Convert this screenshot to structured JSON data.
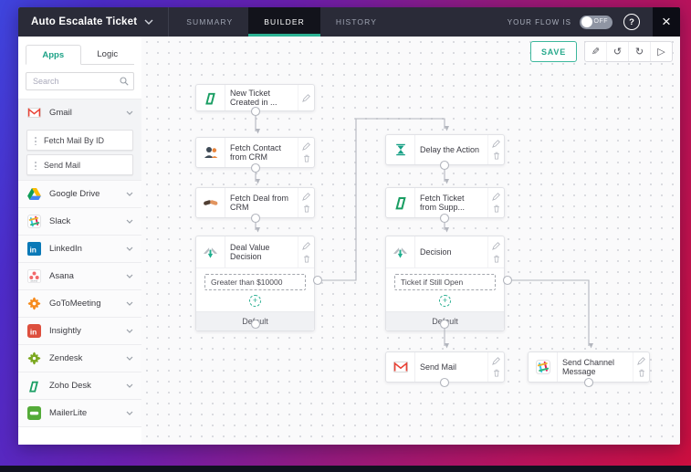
{
  "header": {
    "title": "Auto Escalate Ticket",
    "tabs": [
      {
        "label": "SUMMARY",
        "active": false
      },
      {
        "label": "BUILDER",
        "active": true
      },
      {
        "label": "HISTORY",
        "active": false
      }
    ],
    "flow_status_label": "YOUR FLOW IS",
    "flow_toggle_state": "OFF",
    "help_label": "?",
    "close_glyph": "×"
  },
  "canvas_toolbar": {
    "save_label": "SAVE",
    "icons": {
      "magic_pen": "✎",
      "undo": "↺",
      "redo": "↻",
      "run": "▷"
    }
  },
  "sidebar": {
    "tabs": [
      {
        "label": "Apps",
        "active": true
      },
      {
        "label": "Logic",
        "active": false
      }
    ],
    "search_placeholder": "Search",
    "apps": [
      {
        "name": "Gmail",
        "icon": "gmail-icon",
        "expanded": true,
        "actions": [
          {
            "label": "Fetch Mail By ID"
          },
          {
            "label": "Send Mail"
          }
        ]
      },
      {
        "name": "Google Drive",
        "icon": "google-drive-icon"
      },
      {
        "name": "Slack",
        "icon": "slack-icon"
      },
      {
        "name": "LinkedIn",
        "icon": "linkedin-icon"
      },
      {
        "name": "Asana",
        "icon": "asana-icon"
      },
      {
        "name": "GoToMeeting",
        "icon": "gotomeeting-icon"
      },
      {
        "name": "Insightly",
        "icon": "insightly-icon"
      },
      {
        "name": "Zendesk",
        "icon": "zendesk-icon"
      },
      {
        "name": "Zoho Desk",
        "icon": "zoho-desk-icon"
      },
      {
        "name": "MailerLite",
        "icon": "mailerlite-icon"
      }
    ]
  },
  "canvas": {
    "plus_glyph": "+",
    "nodes": [
      {
        "label": "New Ticket Created in ...",
        "icon": "zoho-desk-icon"
      },
      {
        "label": "Fetch Contact from CRM",
        "icon": "crm-contact-icon"
      },
      {
        "label": "Fetch Deal from CRM",
        "icon": "crm-deal-icon"
      },
      {
        "label": "Deal Value Decision",
        "icon": "decision-icon",
        "condition": "Greater than $10000",
        "default_branch": "Default"
      },
      {
        "label": "Delay the Action",
        "icon": "delay-hourglass-icon"
      },
      {
        "label": "Fetch Ticket from Supp...",
        "icon": "zoho-desk-icon"
      },
      {
        "label": "Decision",
        "icon": "decision-icon",
        "condition": "Ticket if Still Open",
        "default_branch": "Default"
      },
      {
        "label": "Send Mail",
        "icon": "gmail-icon"
      },
      {
        "label": "Send Channel Message",
        "icon": "slack-icon"
      }
    ]
  },
  "colors": {
    "accent_teal": "#2cb293",
    "header_bg": "#2a2b38",
    "frame_gradient_start": "#3e45dd",
    "frame_gradient_end": "#cc0f3f"
  }
}
